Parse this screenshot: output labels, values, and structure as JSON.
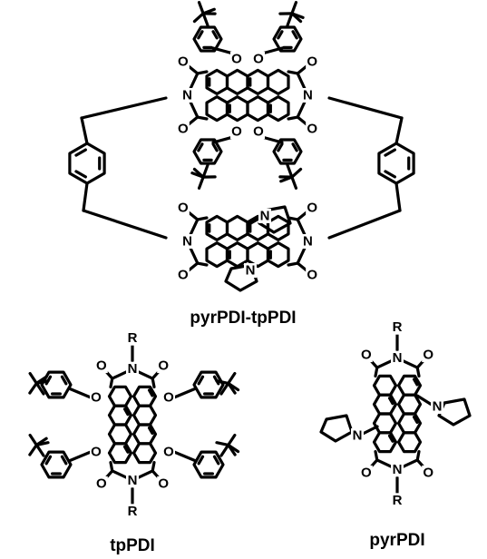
{
  "captions": {
    "dimer": "pyrPDI-tpPDI",
    "tp": "tpPDI",
    "pyr": "pyrPDI"
  },
  "atoms": {
    "oxygen": "O",
    "nitrogen": "N",
    "substituent": "R"
  },
  "colors": {
    "ink": "#000000",
    "background": "#ffffff"
  }
}
